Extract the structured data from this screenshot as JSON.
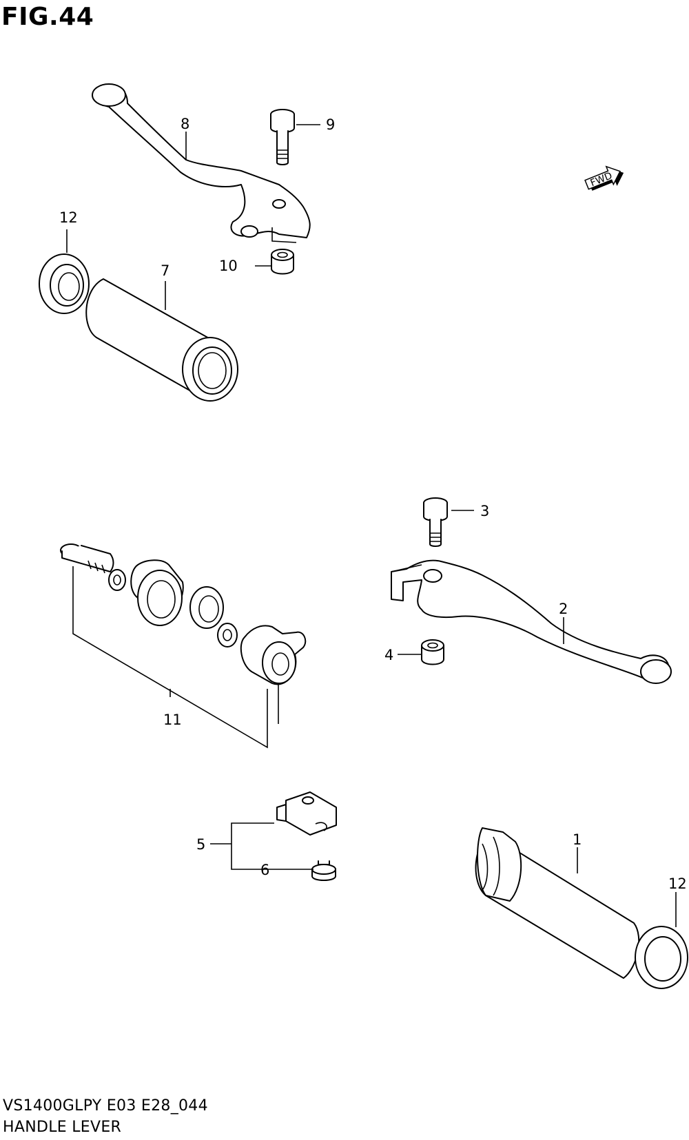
{
  "figure": {
    "title": "FIG.44"
  },
  "callouts": [
    "1",
    "2",
    "3",
    "4",
    "5",
    "6",
    "7",
    "8",
    "9",
    "10",
    "11",
    "12",
    "12"
  ],
  "direction_marker": {
    "label": "FWD"
  },
  "footer": {
    "model_code": "VS1400GLPY E03 E28_044",
    "section_name": "HANDLE LEVER"
  }
}
